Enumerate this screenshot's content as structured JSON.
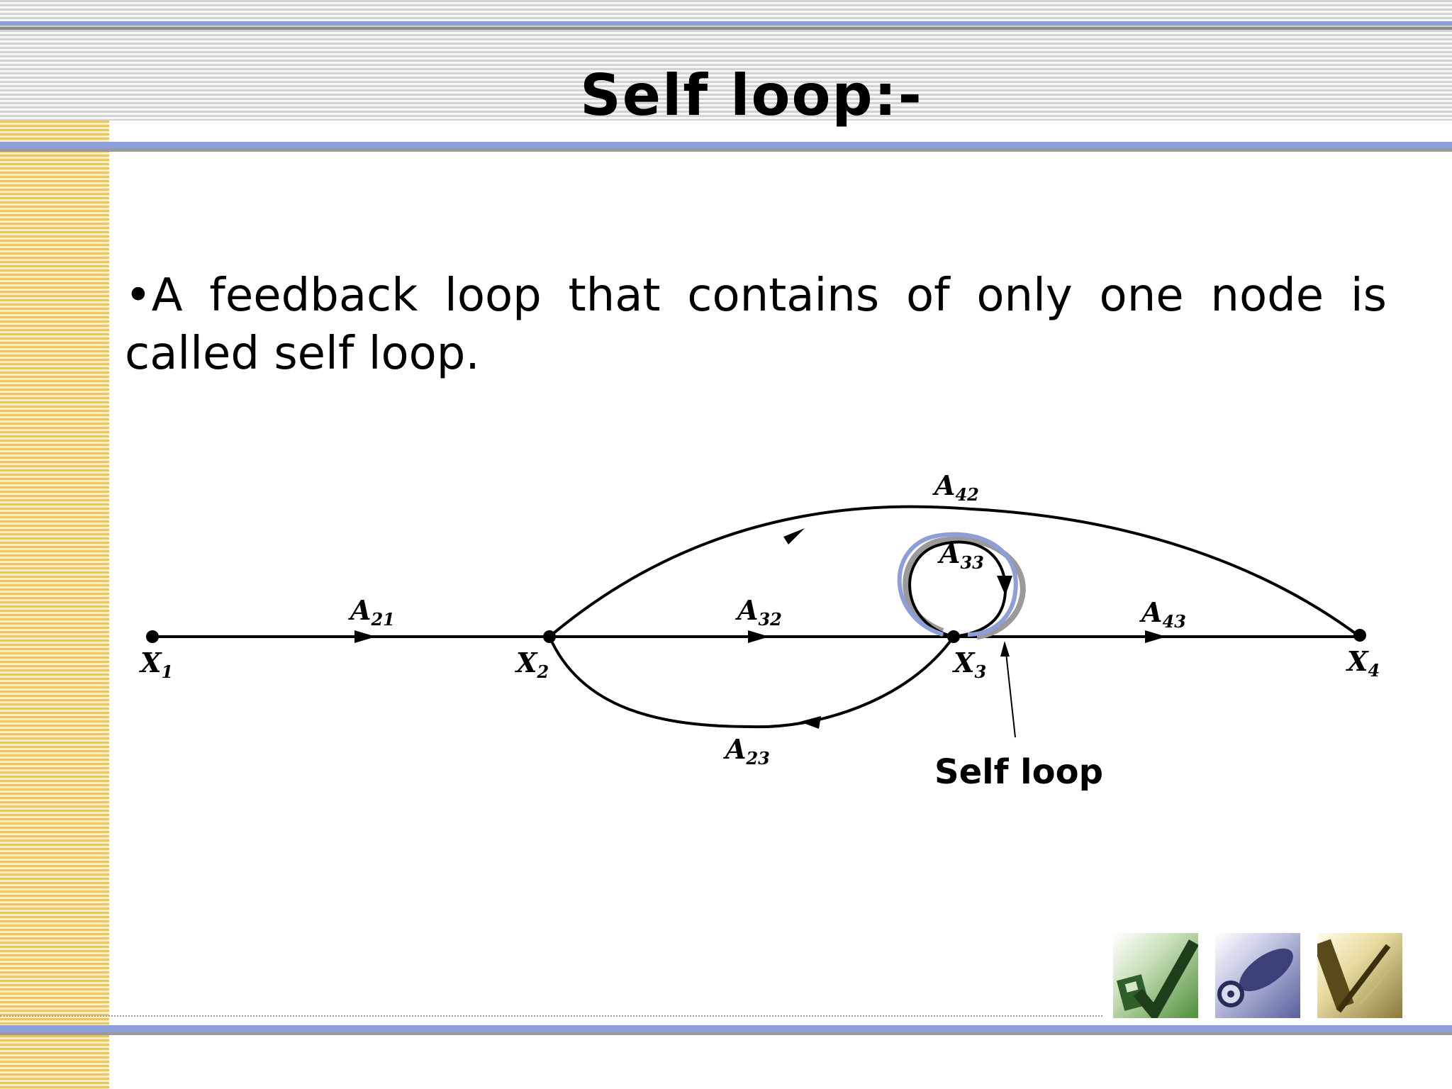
{
  "slide": {
    "title": "Self loop:-",
    "bullet": "•A feedback loop that contains of only one node is called self loop."
  },
  "diagram": {
    "nodes": [
      {
        "id": "x1",
        "label": "X",
        "sub": "1"
      },
      {
        "id": "x2",
        "label": "X",
        "sub": "2"
      },
      {
        "id": "x3",
        "label": "X",
        "sub": "3"
      },
      {
        "id": "x4",
        "label": "X",
        "sub": "4"
      }
    ],
    "branches": [
      {
        "id": "a21",
        "label": "A",
        "sub": "21"
      },
      {
        "id": "a32",
        "label": "A",
        "sub": "32"
      },
      {
        "id": "a43",
        "label": "A",
        "sub": "43"
      },
      {
        "id": "a42",
        "label": "A",
        "sub": "42"
      },
      {
        "id": "a23",
        "label": "A",
        "sub": "23"
      },
      {
        "id": "a33",
        "label": "A",
        "sub": "33"
      }
    ],
    "callout": "Self loop",
    "highlight_color": "#8d9fd8"
  },
  "footer_icons": [
    {
      "name": "green-check-icon"
    },
    {
      "name": "disc-icon"
    },
    {
      "name": "pen-icon"
    }
  ]
}
